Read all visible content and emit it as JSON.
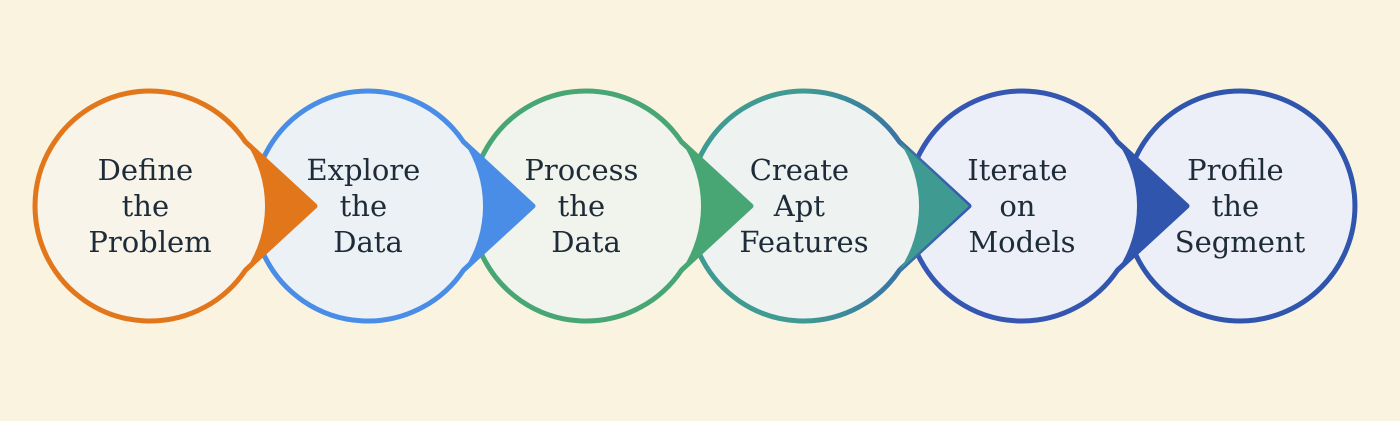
{
  "background": "#faf3e0",
  "steps": [
    {
      "lines": [
        "Define",
        "the",
        "Problem"
      ],
      "color": "#e2761a",
      "fill": "#f8f4ea"
    },
    {
      "lines": [
        "Explore",
        "the",
        "Data"
      ],
      "color": "#4a8de6",
      "fill": "#ecf1f6"
    },
    {
      "lines": [
        "Process",
        "the",
        "Data"
      ],
      "color": "#48a675",
      "fill": "#f1f4ec"
    },
    {
      "lines": [
        "Create",
        "Apt",
        "Features"
      ],
      "color": "#3f9a92",
      "fill": "#eef3f2"
    },
    {
      "lines": [
        "Iterate",
        "on",
        "Models"
      ],
      "color": "#3556b3",
      "fill": "#eceff7"
    },
    {
      "lines": [
        "Profile",
        "the",
        "Segment"
      ],
      "color": "#2f55ac",
      "fill": "#eceff7"
    }
  ]
}
